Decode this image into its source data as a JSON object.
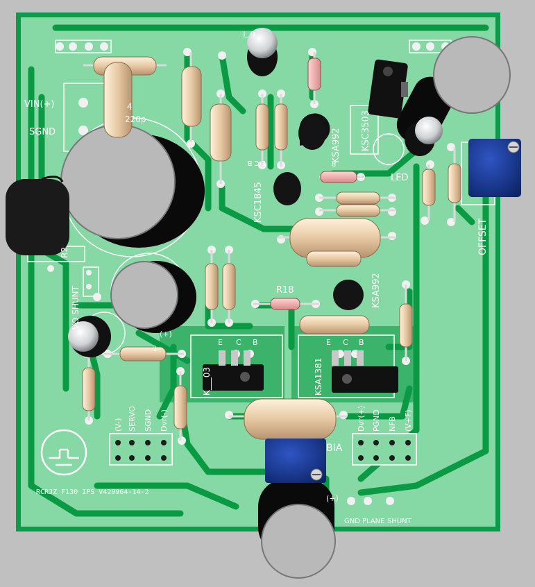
{
  "board": {
    "colors": {
      "background": "#c0c0c0",
      "substrate": "#0d9a4a",
      "mask": "#86d9a4",
      "trace": "#0a9a44",
      "silk": "#ffffff"
    },
    "footer_text": "RCRJZ F130 IPS V429964-14-2",
    "logo_icon": "fet-logo-icon"
  },
  "labels": {
    "vin": "VIN(+)",
    "sgnd_left": "SGND",
    "cap_220p": "220p",
    "cap_4": "4",
    "ksc1845": "KSC1845",
    "ksa992_top": "KSA992",
    "ksc3503": "KSC3503",
    "ksa992_mid": "KSA992",
    "ksa1381": "KSA1381",
    "q_left_partial": "K___03",
    "led": "LED",
    "offset": "OFFSET",
    "r18": "R18",
    "bias": "BIA",
    "servo_shunt": "VO SHUNT",
    "r2": "R2",
    "l9": "L  9",
    "ecb": "E C B",
    "ecb_e": "E",
    "ecb_c": "C",
    "ecb_b": "B",
    "label_1": "1",
    "label_plus": "(+)",
    "dot_label": "8"
  },
  "headers": {
    "left_pins": [
      "(V-)",
      "SERVO",
      "SGND",
      "Dvr(-)"
    ],
    "right_pins": [
      "Dvr(+)",
      "PGND",
      "NFB",
      "(V+F)"
    ],
    "bottom_pins": [
      "GND",
      "PLANE",
      "SHUNT"
    ]
  }
}
